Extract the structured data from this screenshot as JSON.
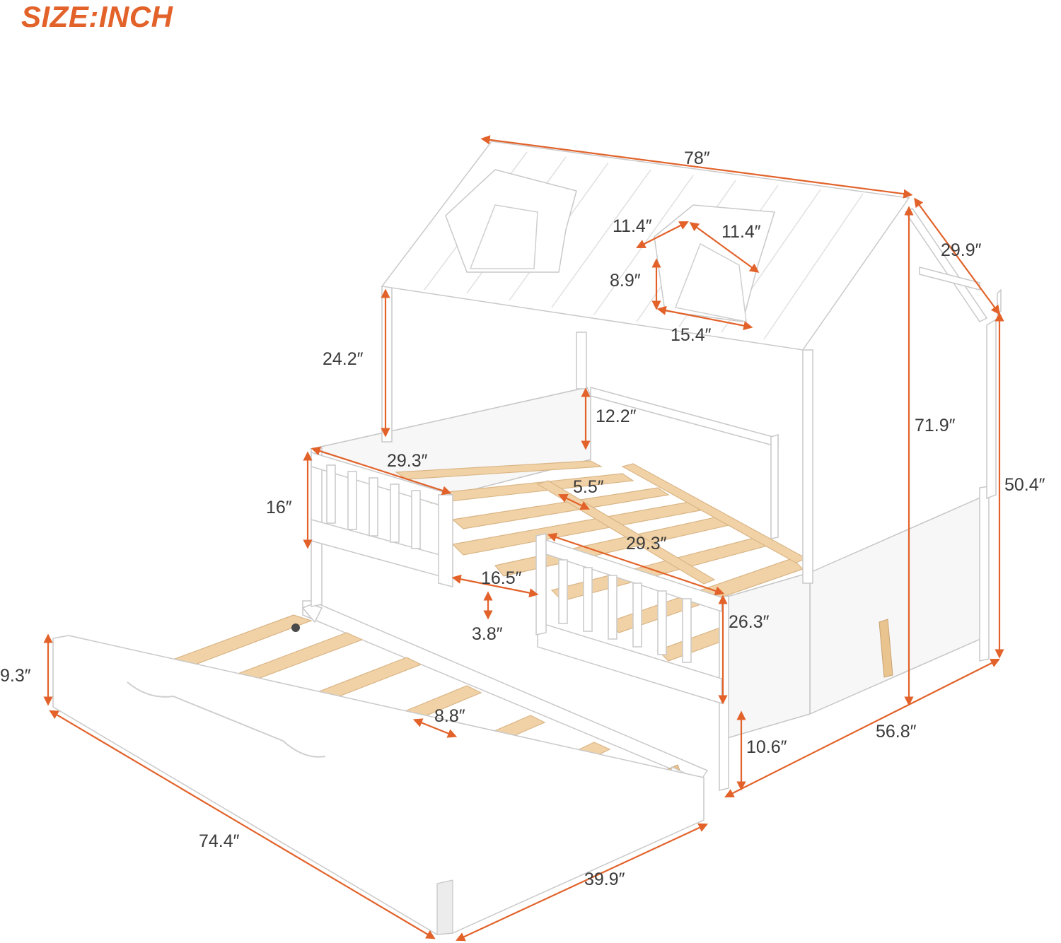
{
  "title": "SIZE:INCH",
  "accent_color": "#e2622a",
  "bed_color": "#ffffff",
  "slat_color": "#f1d2a6",
  "dimensions": {
    "roof_length": "78″",
    "roof_depth": "29.9″",
    "window_left_slope": "11.4″",
    "window_right_slope": "11.4″",
    "window_height": "8.9″",
    "window_width": "15.4″",
    "post_height": "24.2″",
    "headboard_rise": "12.2″",
    "overall_height": "71.9″",
    "side_height": "50.4″",
    "guardrail_width": "29.3″",
    "guardrail_height": "16″",
    "slat_gap": "5.5″",
    "front_rail_width": "29.3″",
    "opening_width": "16.5″",
    "rail_gap": "3.8″",
    "footboard_height": "26.3″",
    "floor_clearance": "10.6″",
    "bed_width": "56.8″",
    "trundle_height": "9.3″",
    "trundle_slat_gap": "8.8″",
    "trundle_length": "74.4″",
    "trundle_width": "39.9″"
  }
}
